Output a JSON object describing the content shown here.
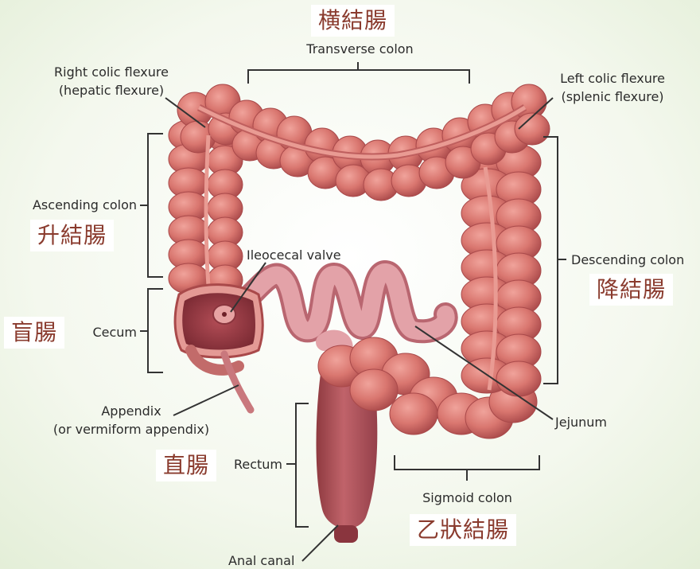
{
  "labels": {
    "transverse": "Transverse colon",
    "right_flexure_1": "Right colic flexure",
    "right_flexure_2": "(hepatic flexure)",
    "left_flexure_1": "Left colic flexure",
    "left_flexure_2": "(splenic flexure)",
    "ascending": "Ascending colon",
    "ileocecal": "Ileocecal valve",
    "descending": "Descending colon",
    "cecum": "Cecum",
    "appendix_1": "Appendix",
    "appendix_2": "(or vermiform appendix)",
    "jejunum": "Jejunum",
    "rectum": "Rectum",
    "sigmoid": "Sigmoid colon",
    "anal": "Anal canal"
  },
  "japanese": {
    "transverse": "横結腸",
    "ascending": "升結腸",
    "cecum": "盲腸",
    "descending": "降結腸",
    "rectum": "直腸",
    "sigmoid": "乙狀結腸"
  },
  "colors": {
    "colon": "#d9766f",
    "colon_dark": "#b24f4c",
    "intestine": "#d68a8f",
    "rectum": "#b4545a",
    "label_text": "#2b2b2b",
    "jp_text": "#8a3b2e"
  }
}
